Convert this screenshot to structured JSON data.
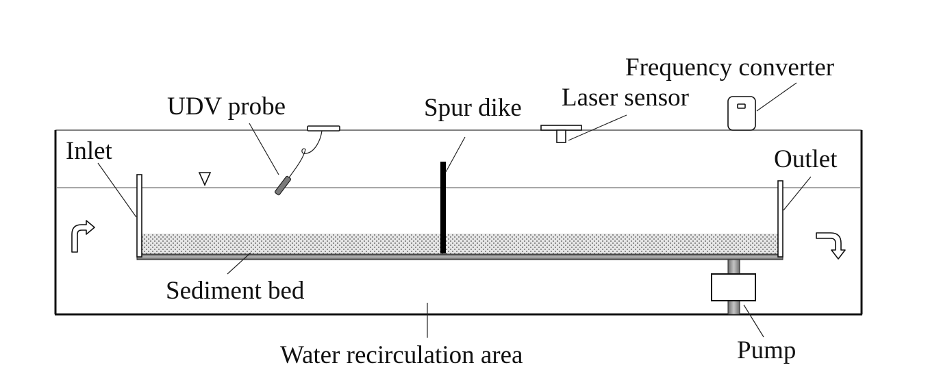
{
  "figure": {
    "type": "experimental-flume-schematic",
    "labels": {
      "frequency_converter": "Frequency converter",
      "laser_sensor": "Laser sensor",
      "udv_probe": "UDV probe",
      "spur_dike": "Spur dike",
      "inlet": "Inlet",
      "outlet": "Outlet",
      "sediment_bed": "Sediment bed",
      "water_recirculation_area": "Water recirculation area",
      "pump": "Pump"
    },
    "symbols": {
      "water_surface": "water-surface-triangle",
      "inflow": "arrow-up-right",
      "outflow": "arrow-right-down"
    },
    "colors": {
      "line": "#111111",
      "water_line": "#8a8a8a",
      "sediment": "#b0b0b0",
      "bed_plate": "#8c8c8c",
      "probe": "#7a7a7a",
      "spur_dike": "#000000"
    }
  }
}
